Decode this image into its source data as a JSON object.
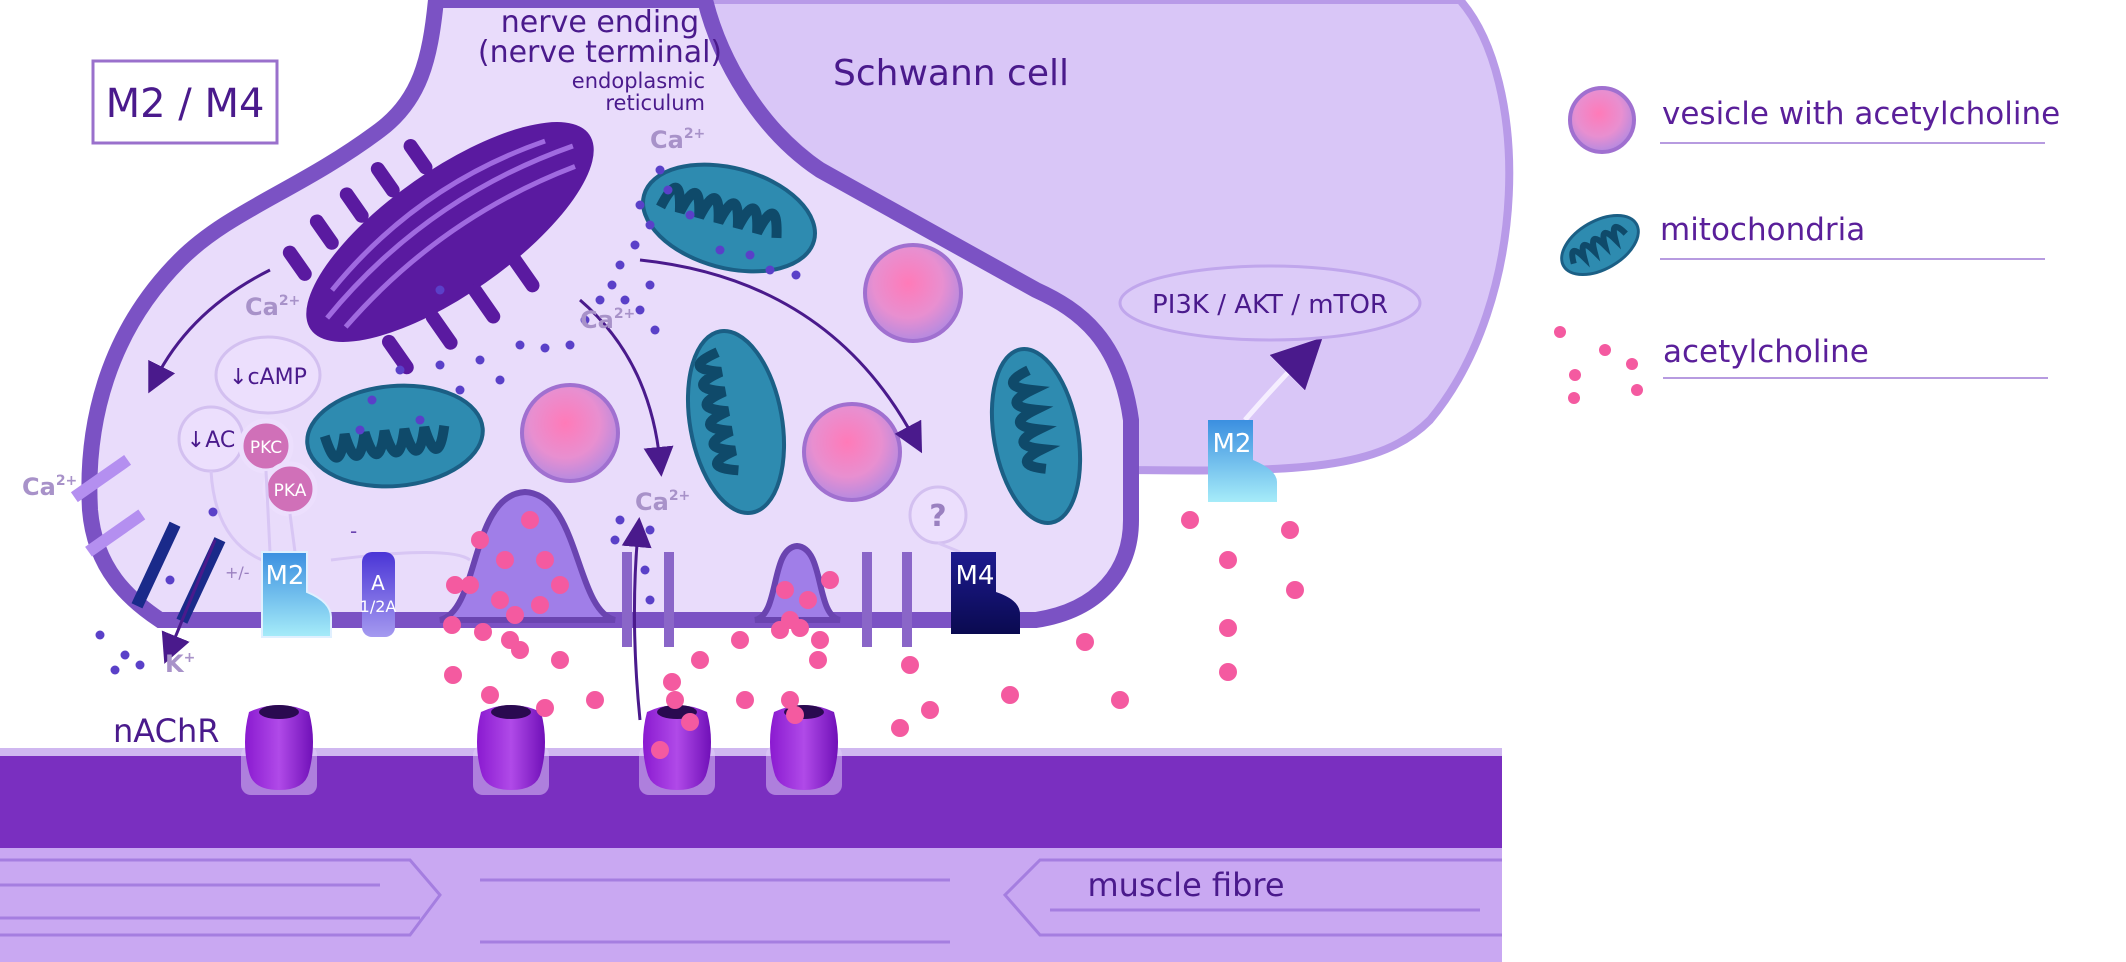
{
  "box_label": "M2 / M4",
  "labels": {
    "nerve_ending": "nerve ending",
    "nerve_terminal": "(nerve terminal)",
    "er_line1": "endoplasmic",
    "er_line2": "reticulum",
    "schwann_cell": "Schwann cell",
    "pathway": "PI3K / AKT / mTOR",
    "camp": "↓cAMP",
    "ac": "↓AC",
    "pkc": "PKC",
    "pka": "PKA",
    "ca": "Ca",
    "ca_sup": "2+",
    "k": "K",
    "k_sup": "+",
    "plus_minus": "+/-",
    "minus": "-",
    "question": "?",
    "m2": "M2",
    "m4": "M4",
    "a_line1": "A",
    "a_line2": "1/2A",
    "nachr": "nAChR",
    "muscle_fibre": "muscle fibre"
  },
  "legend": [
    {
      "label": "vesicle with acetylcholine",
      "icon": "vesicle-icon"
    },
    {
      "label": "mitochondria",
      "icon": "mitochondria-icon"
    },
    {
      "label": "acetylcholine",
      "icon": "acetylcholine-icon"
    }
  ],
  "colors": {
    "membrane": "#7b52c4",
    "cytoplasm": "#e9dcfb",
    "schwann": "#d9c6f7",
    "mitochondria": "#2e8bb0",
    "acetylcholine": "#f45aa0",
    "muscle": "#7a2fc0"
  }
}
